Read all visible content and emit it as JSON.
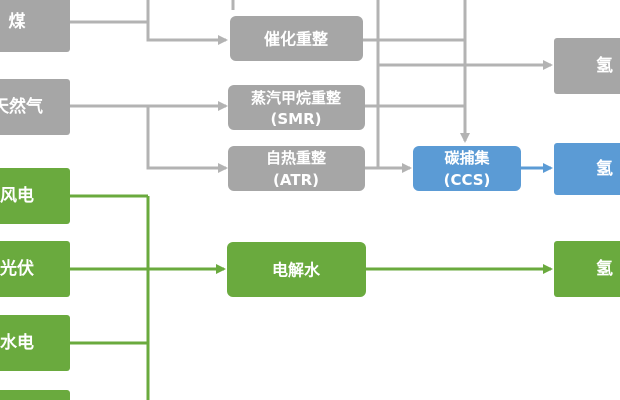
{
  "colors": {
    "gray_box": "#a6a6a6",
    "gray_line": "#b3b3b3",
    "green_box": "#6aaa3e",
    "green_line": "#6aaa3e",
    "blue_box": "#5b9bd5",
    "text": "#ffffff"
  },
  "sources": {
    "coal": "煤",
    "natural_gas": "天然气",
    "wind": "风电",
    "solar": "光伏",
    "hydro": "水电"
  },
  "processes": {
    "catalytic_reforming": "催化重整",
    "smr_line1": "蒸汽甲烷重整",
    "smr_line2": "(SMR)",
    "atr_line1": "自热重整",
    "atr_line2": "(ATR)",
    "ccs_line1": "碳捕集",
    "ccs_line2": "(CCS)",
    "electrolysis": "电解水"
  },
  "outputs": {
    "gray_hydrogen": "氢",
    "blue_hydrogen": "氢",
    "green_hydrogen": "氢"
  }
}
